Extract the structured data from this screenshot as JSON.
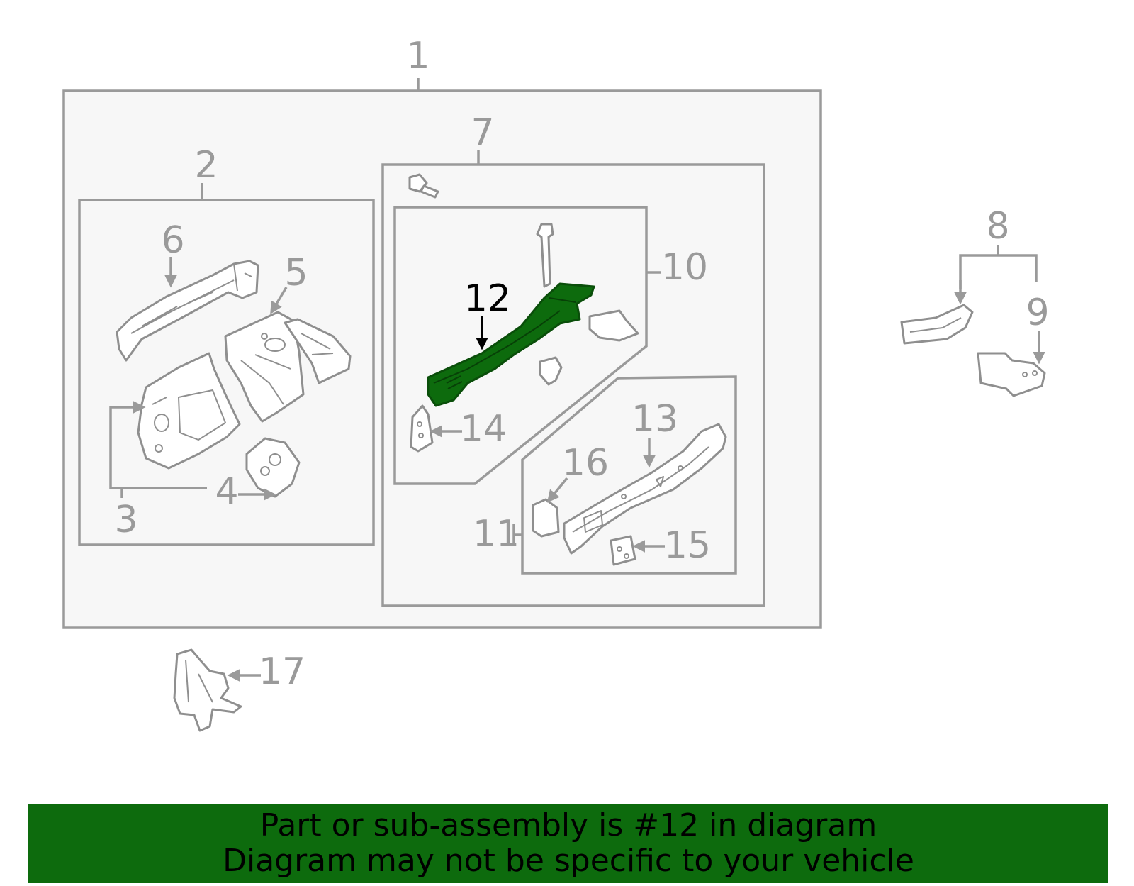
{
  "diagram": {
    "highlight_color": "#0d6b0d",
    "callouts": {
      "c1": "1",
      "c2": "2",
      "c3": "3",
      "c4": "4",
      "c5": "5",
      "c6": "6",
      "c7": "7",
      "c8": "8",
      "c9": "9",
      "c10": "10",
      "c11": "11",
      "c12": "12",
      "c13": "13",
      "c14": "14",
      "c15": "15",
      "c16": "16",
      "c17": "17"
    },
    "highlighted_part": "12"
  },
  "banner": {
    "line1": "Part or sub-assembly is #12 in diagram",
    "line2": "Diagram may not be specific to your vehicle"
  }
}
